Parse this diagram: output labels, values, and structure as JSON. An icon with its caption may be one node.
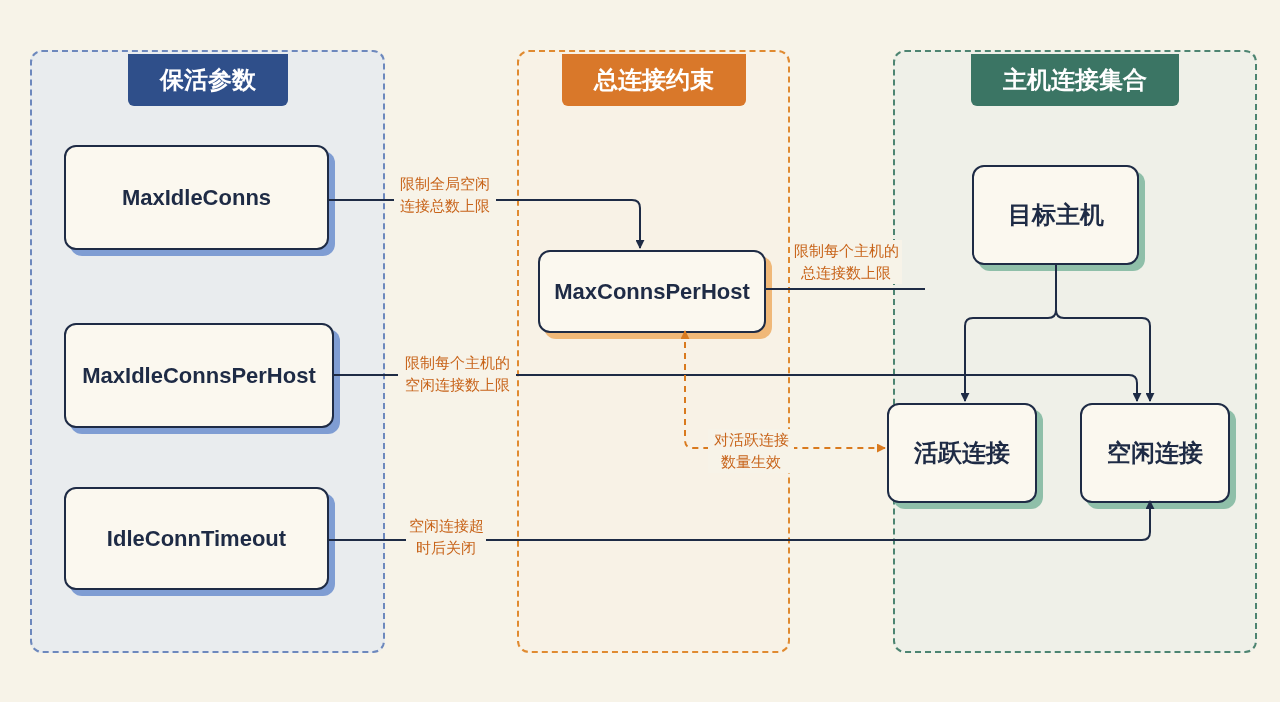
{
  "diagram": {
    "nodes": [
      {
        "text": [
          "保活参数"
        ]
      },
      {
        "text": [
          "MaxIdleConns"
        ],
        "in": 0
      },
      {
        "text": [
          "MaxIdleConnsPerHost"
        ],
        "in": 0
      },
      {
        "text": [
          "IdleConnTimeout"
        ],
        "in": 0
      },
      {
        "text": [
          "总连接约束"
        ]
      },
      {
        "text": [
          "MaxConnsPerHost"
        ],
        "in": 4
      },
      {
        "text": [
          "主机连接集合"
        ]
      },
      {
        "text": [
          "目标主机"
        ],
        "in": 6
      },
      {
        "text": [
          "活跃连接"
        ],
        "in": 6
      },
      {
        "text": [
          "空闲连接"
        ],
        "in": 6
      }
    ],
    "edges": [
      {
        "from": 1,
        "to": 5,
        "arrow": "to",
        "label": "限制全局空闲连接总数上限"
      },
      {
        "from": 5,
        "to": null,
        "arrow": "none",
        "label": "限制每个主机的总连接数上限"
      },
      {
        "from": 7,
        "to": 8,
        "arrow": "to"
      },
      {
        "from": 7,
        "to": 9,
        "arrow": "to"
      },
      {
        "from": 2,
        "to": 9,
        "arrow": "to",
        "label": "限制每个主机的空闲连接数上限"
      },
      {
        "from": 5,
        "to": 8,
        "arrow": "both",
        "label": "对活跃连接数量生效",
        "style": "dashed",
        "color": "#d97a1e"
      },
      {
        "from": 3,
        "to": 9,
        "arrow": "to",
        "label": "空闲连接超时后关闭"
      }
    ]
  }
}
